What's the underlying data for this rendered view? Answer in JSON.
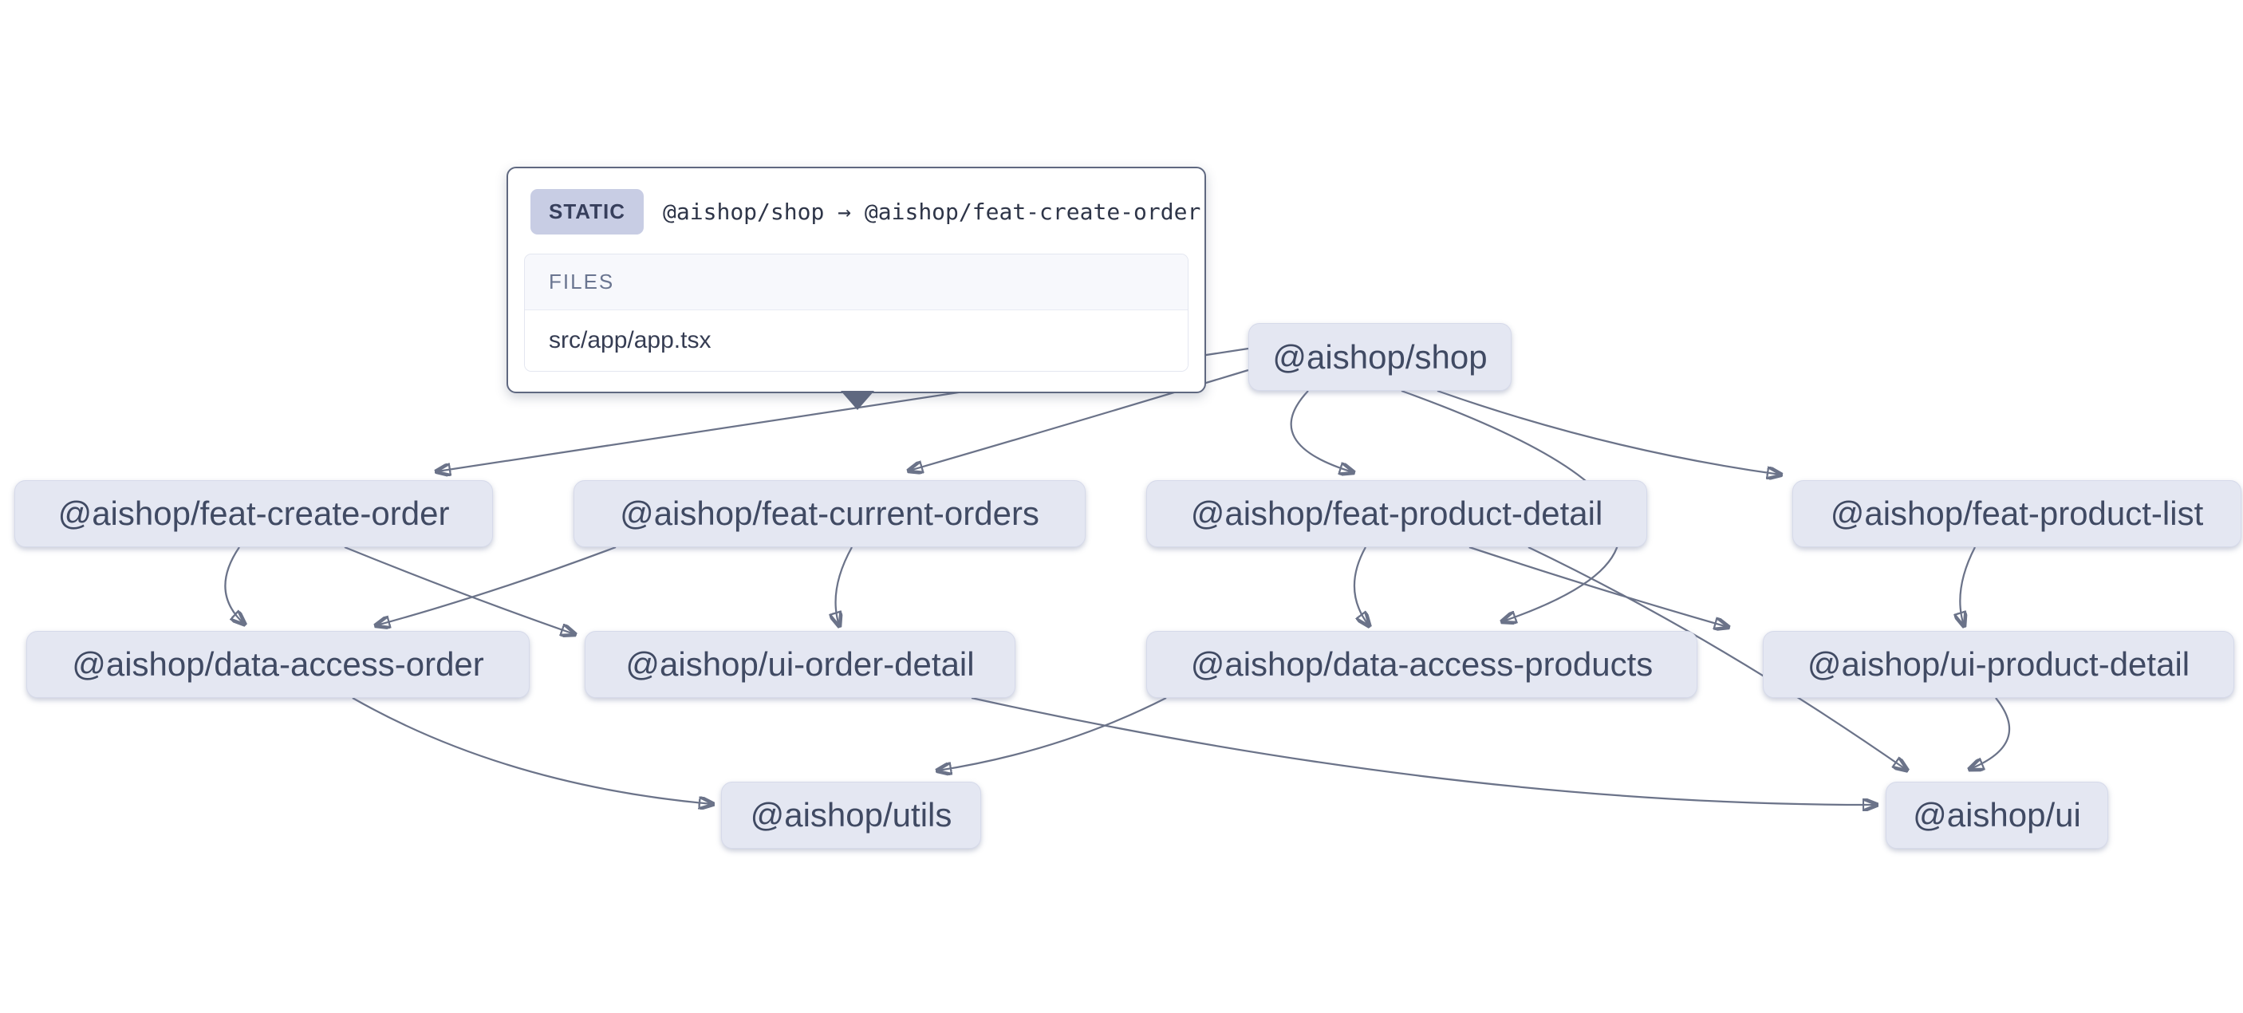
{
  "graph": {
    "nodes": [
      {
        "id": "shop",
        "label": "@aishop/shop"
      },
      {
        "id": "feat-create-order",
        "label": "@aishop/feat-create-order"
      },
      {
        "id": "feat-current-orders",
        "label": "@aishop/feat-current-orders"
      },
      {
        "id": "feat-product-detail",
        "label": "@aishop/feat-product-detail"
      },
      {
        "id": "feat-product-list",
        "label": "@aishop/feat-product-list"
      },
      {
        "id": "data-access-order",
        "label": "@aishop/data-access-order"
      },
      {
        "id": "ui-order-detail",
        "label": "@aishop/ui-order-detail"
      },
      {
        "id": "data-access-products",
        "label": "@aishop/data-access-products"
      },
      {
        "id": "ui-product-detail",
        "label": "@aishop/ui-product-detail"
      },
      {
        "id": "utils",
        "label": "@aishop/utils"
      },
      {
        "id": "ui",
        "label": "@aishop/ui"
      }
    ],
    "edges": [
      {
        "source": "shop",
        "target": "feat-create-order",
        "type": "static",
        "hovered": true
      },
      {
        "source": "shop",
        "target": "feat-current-orders",
        "type": "static"
      },
      {
        "source": "shop",
        "target": "feat-product-detail",
        "type": "static"
      },
      {
        "source": "shop",
        "target": "feat-product-list",
        "type": "static"
      },
      {
        "source": "shop",
        "target": "data-access-products",
        "type": "static"
      },
      {
        "source": "feat-create-order",
        "target": "data-access-order",
        "type": "static"
      },
      {
        "source": "feat-create-order",
        "target": "ui-order-detail",
        "type": "static"
      },
      {
        "source": "feat-current-orders",
        "target": "data-access-order",
        "type": "static"
      },
      {
        "source": "feat-current-orders",
        "target": "ui-order-detail",
        "type": "static"
      },
      {
        "source": "feat-product-detail",
        "target": "data-access-products",
        "type": "static"
      },
      {
        "source": "feat-product-detail",
        "target": "ui-product-detail",
        "type": "static"
      },
      {
        "source": "feat-product-detail",
        "target": "ui",
        "type": "static"
      },
      {
        "source": "feat-product-list",
        "target": "ui-product-detail",
        "type": "static"
      },
      {
        "source": "data-access-order",
        "target": "utils",
        "type": "static"
      },
      {
        "source": "data-access-products",
        "target": "utils",
        "type": "static"
      },
      {
        "source": "ui-order-detail",
        "target": "ui",
        "type": "static"
      },
      {
        "source": "ui-product-detail",
        "target": "ui",
        "type": "static"
      }
    ]
  },
  "tooltip": {
    "badge": "STATIC",
    "dependency": "@aishop/shop → @aishop/feat-create-order",
    "files_header": "FILES",
    "files": [
      "src/app/app.tsx"
    ]
  },
  "colors": {
    "background": "#ffffff",
    "node_fill": "#e4e7f2",
    "node_text": "#404a63",
    "edge_stroke": "#6b7389",
    "arrowhead": "#5c6579",
    "tooltip_border": "#5f6880",
    "badge_bg": "#c8cde4"
  }
}
